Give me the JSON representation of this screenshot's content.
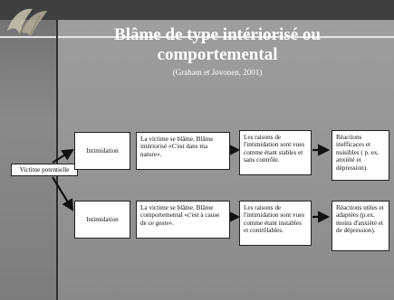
{
  "title": "Blâme de type intériorisé ou comportemental",
  "subtitle": "(Graham et Jovonen, 2001)",
  "nodes": {
    "victim": "Victime potentielle",
    "top_intimidation": "Intimidation",
    "top_self_blame": "La victime se blâme. Blâme intériorisé «C'est dans ma nature».",
    "top_reasons": "Les raisons de l'intimidation sont vues comme étant stables et sans contrôle.",
    "top_reactions": "Réactions inefficaces et nuisibles ( p. ex. anxiété et dépression).",
    "bottom_intimidation": "Intimidation",
    "bottom_self_blame": "La victime se blâme. Blâme comportemental «c'est à cause de ce geste».",
    "bottom_reasons": "Les raisons de l'intimidation sont vues comme étant instables et contrôlables.",
    "bottom_reactions": "Réactions utiles et adaptées (p.ex. moins d'anxiété et de dépression)."
  }
}
